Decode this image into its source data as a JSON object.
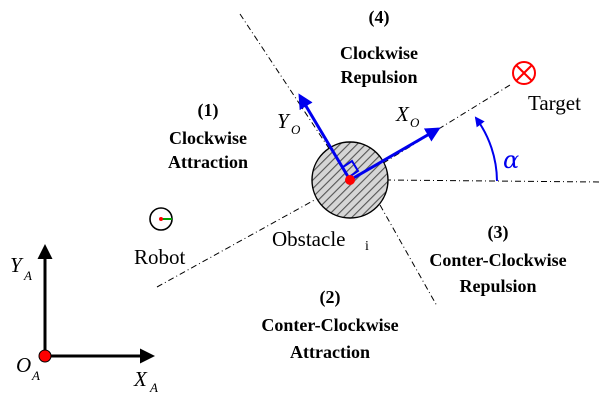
{
  "regions": [
    {
      "number": "(1)",
      "line1": "Clockwise",
      "line2": "Attraction"
    },
    {
      "number": "(2)",
      "line1": "Conter-Clockwise",
      "line2": "Attraction"
    },
    {
      "number": "(3)",
      "line1": "Conter-Clockwise",
      "line2": "Repulsion"
    },
    {
      "number": "(4)",
      "line1": "Clockwise",
      "line2": "Repulsion"
    }
  ],
  "labels": {
    "robot": "Robot",
    "obstacle": "Obstacle",
    "obstacle_sub": "i",
    "target": "Target",
    "alpha": "α"
  },
  "obstacle_axes": {
    "x_axis": "X",
    "x_sub": "O",
    "y_axis": "Y",
    "y_sub": "O"
  },
  "global_axes": {
    "origin": "O",
    "origin_sub": "A",
    "x_axis": "X",
    "x_sub": "A",
    "y_axis": "Y",
    "y_sub": "A"
  },
  "colors": {
    "axis_arrows": "#0000ee",
    "obstacle_center": "#ff0000",
    "target_marker": "#ff0000",
    "robot_heading": "#00a000"
  }
}
